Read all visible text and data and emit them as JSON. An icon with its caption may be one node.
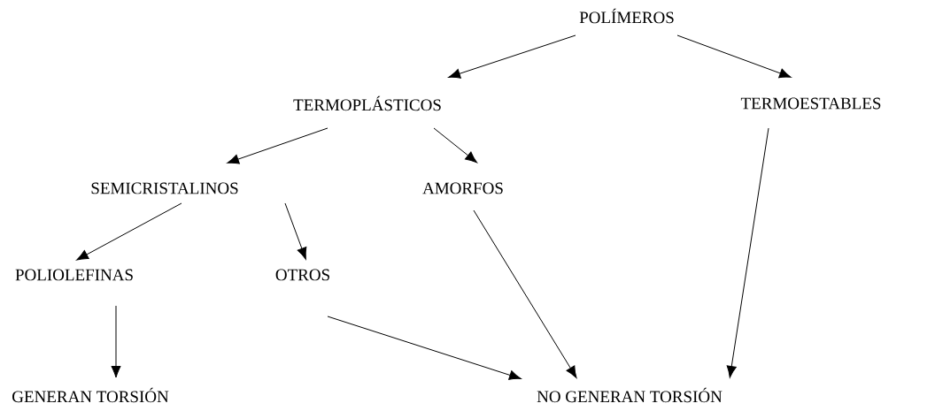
{
  "diagram": {
    "nodes": [
      {
        "text": [
          "POLÍMEROS"
        ]
      },
      {
        "text": [
          "TERMOPLÁSTICOS"
        ]
      },
      {
        "text": [
          "TERMOESTABLES"
        ]
      },
      {
        "text": [
          "SEMICRISTALINOS"
        ]
      },
      {
        "text": [
          "AMORFOS"
        ]
      },
      {
        "text": [
          "POLIOLEFINAS"
        ]
      },
      {
        "text": [
          "OTROS"
        ]
      },
      {
        "text": [
          "GENERAN TORSIÓN"
        ]
      },
      {
        "text": [
          "NO GENERAN TORSIÓN"
        ]
      }
    ],
    "edges": [
      {
        "from": 0,
        "to": 1,
        "arrow": "to"
      },
      {
        "from": 0,
        "to": 2,
        "arrow": "to"
      },
      {
        "from": 1,
        "to": 3,
        "arrow": "to"
      },
      {
        "from": 1,
        "to": 4,
        "arrow": "to"
      },
      {
        "from": 3,
        "to": 5,
        "arrow": "to"
      },
      {
        "from": 3,
        "to": 6,
        "arrow": "to"
      },
      {
        "from": 5,
        "to": 7,
        "arrow": "to"
      },
      {
        "from": 6,
        "to": 8,
        "arrow": "to"
      },
      {
        "from": 4,
        "to": 8,
        "arrow": "to"
      },
      {
        "from": 2,
        "to": 8,
        "arrow": "to"
      }
    ]
  }
}
